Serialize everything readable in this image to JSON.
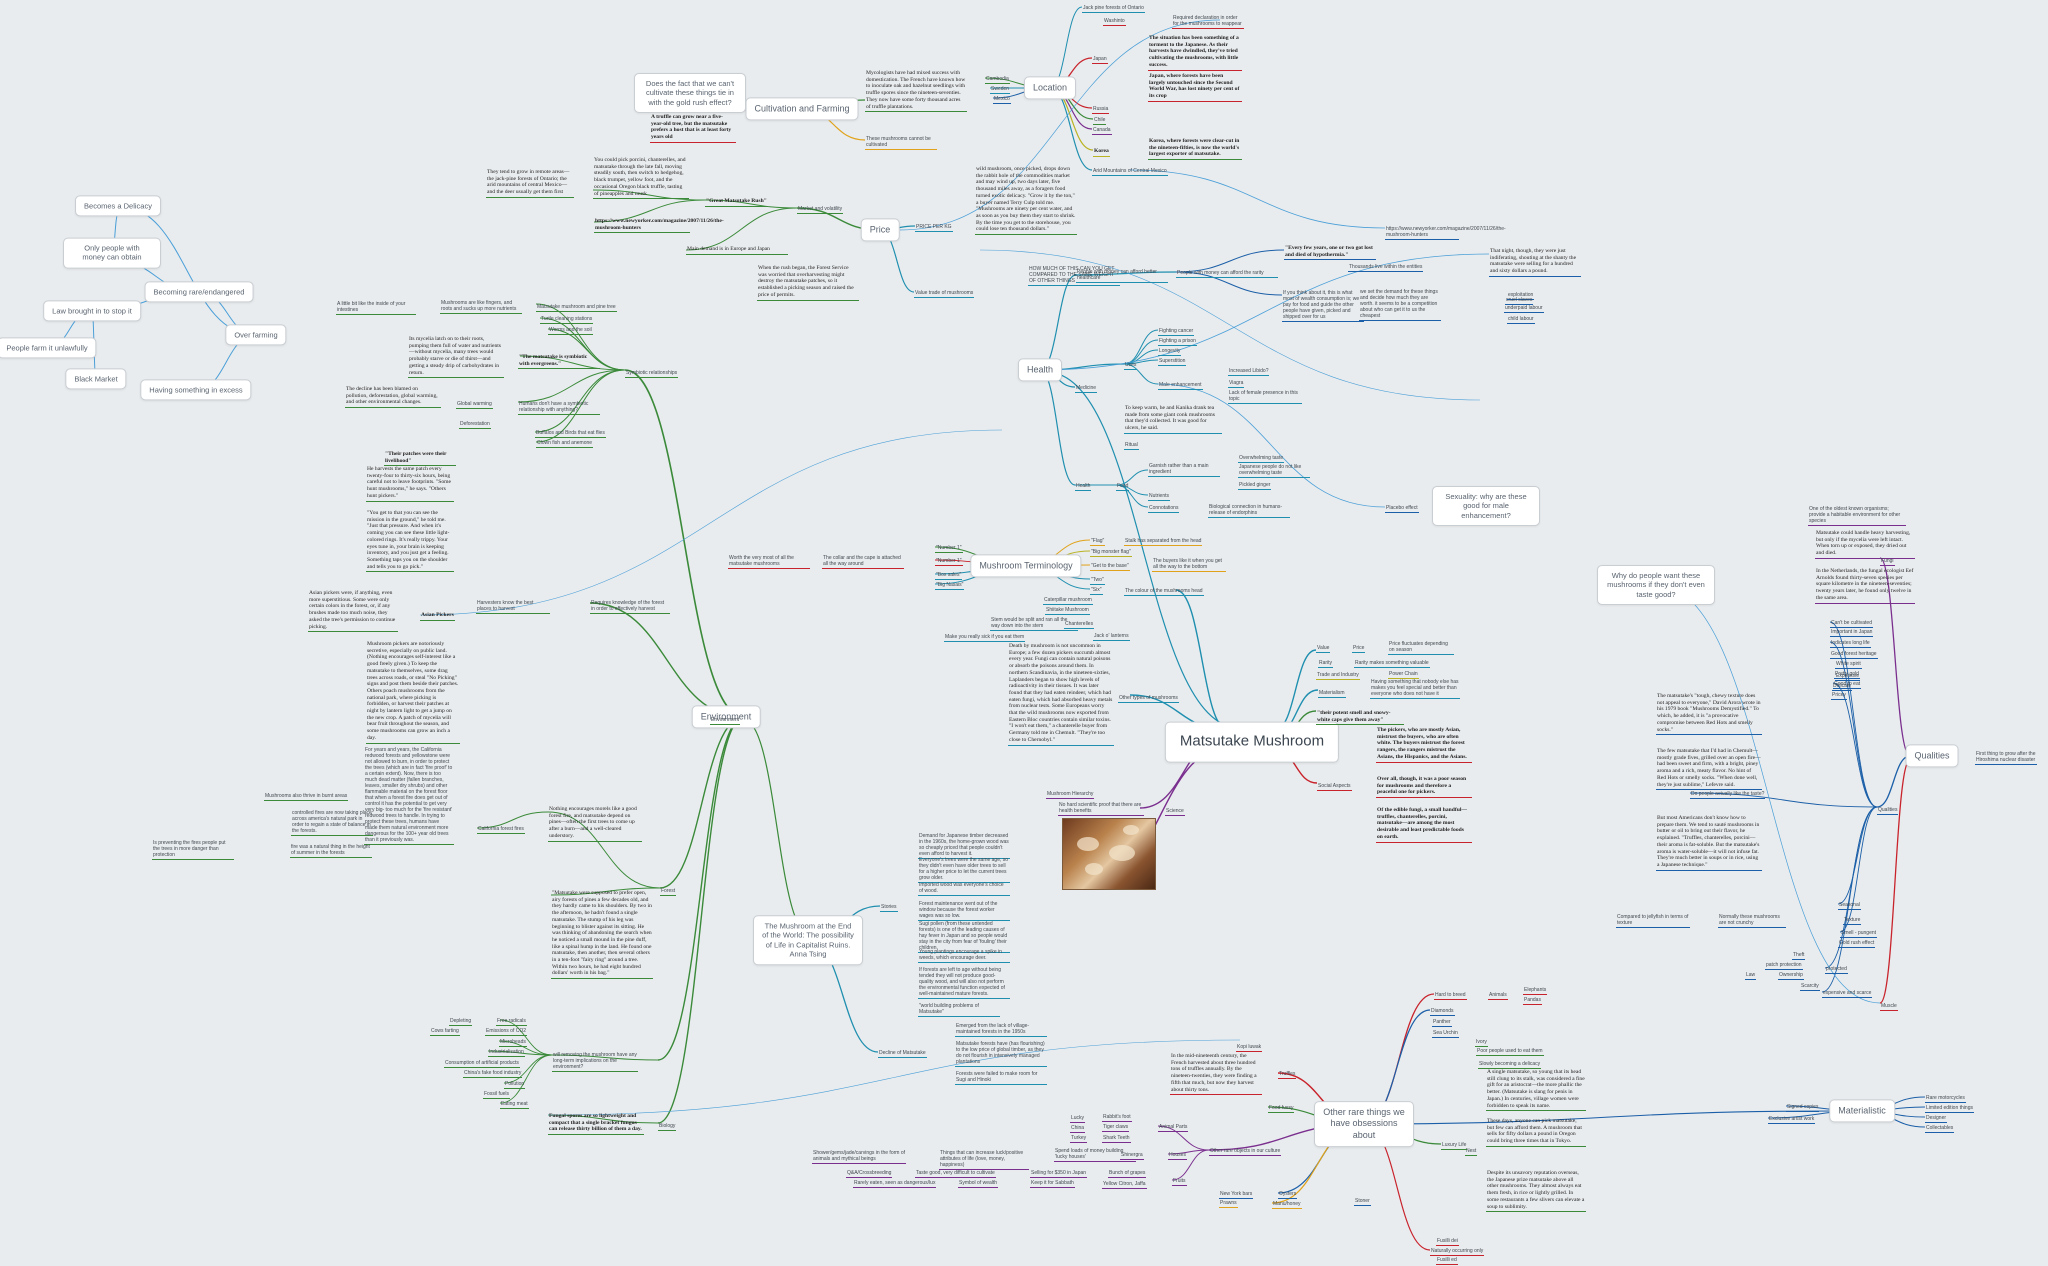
{
  "colors": {
    "background": "#e9ecee",
    "green": "#3a8a3a",
    "teal": "#1f8fb0",
    "blue": "#1b5fa8",
    "red": "#c8232c",
    "purple": "#7a2f8f",
    "orange": "#e0a21a",
    "yellow": "#b9b324",
    "grey": "#8d98a3",
    "lightblue": "#4a9fd8"
  },
  "central": "Matsutake Mushroom",
  "nodes": {
    "cultivation": "Cultivation and Farming",
    "cultivate_q": "Does the fact that we can't cultivate these things tie in with the gold rush effect?",
    "location": "Location",
    "price": "Price",
    "health": "Health",
    "sexuality": "Sexuality: why are these good for male enhancement?",
    "terminology": "Mushroom Terminology",
    "why_people": "Why do people want these mushrooms if they don't even taste good?",
    "qualities": "Qualities",
    "environment": "Environment",
    "book": "The Mushroom at the End of the World: The possibility of Life in Capitalist Ruins. Anna Tsing",
    "other": "Other rare things we have obsessions about",
    "materialistic": "Materialistic",
    "delicacy": "Becomes a Delicacy",
    "only_money": "Only people with money can obtain",
    "becoming_rare": "Becoming rare/endangered",
    "law": "Law brought in to stop it",
    "over_farming": "Over farming",
    "people_farm": "People farm it unlawfully",
    "black_market": "Black Market",
    "excess": "Having something in excess"
  },
  "labels": {
    "l001": "Jack pine forests of Ontario",
    "l002": "Washinto",
    "l003": "Required declaration in order for the mushrooms to reappear",
    "l004": "Japan",
    "l005": "The situation has been something of a torment to the Japanese. As their harvests have dwindled, they've tried cultivating the mushrooms, with little success.",
    "l006": "Japan, where forests have been largely untouched since the Second World War, has lost ninety per cent of its crop",
    "l007": "Cambodia",
    "l008": "Sweden",
    "l009": "Mexico",
    "l010": "Russia",
    "l011": "Chile",
    "l012": "Canada",
    "l013": "Korea",
    "l014": "Korea, where forests were clear-cut in the nineteen-fifties, is now the world's largest exporter of matsutake.",
    "l015": "Arid Mountains of Central Mexico",
    "l016": "Mycologists have had mixed success with domestication. The French have known how to inoculate oak and hazelnut seedlings with truffle spores since the nineteen-seventies. They now have some forty thousand acres of truffle plantations.",
    "l017": "These mushrooms cannot be cultivated",
    "l018": "A truffle can grow near a five-year-old tree, but the matsutake prefers a host that is at least forty years old",
    "l019": "wild mushroom, once picked, drops down the rabbit hole of the commodities market and may wind up, two days later, five thousand miles away, as a foragers food turned exotic delicacy. \"Grow it by the ton,\" a buyer named Terry Culp told me. \"Mushrooms are ninety per cent water, and as soon as you buy them they start to shrink. By the time you get to the storehouse, you could lose ten thousand dollars.\"",
    "l020": "PRICE PER KG",
    "l021": "HOW MUCH OF THIS CAN YOU GET COMPARED TO THE SAME WEIGHT OF OTHER THINGS",
    "l022": "Value trade of mushrooms",
    "l023": "Market and volatility",
    "l024": "\"Great Matsutake Rush\"",
    "l025": "You could pick porcini, chanterelles, and matsutake through the late fall, moving steadily south, then switch to hedgehog, black trumpet, yellow foot, and the occasional Oregon black truffle, tasting of pineapples and musk",
    "l026": "They tend to grow in remote areas—the jack-pine forests of Ontario; the arid mountains of central Mexico—and the deer usually get them first",
    "l027": "https://www.newyorker.com/magazine/2007/11/26/the-mushroom-hunters",
    "l028": "Main demand is in Europe and Japan",
    "l029": "When the rush began, the Forest Service was worried that overharvesting might destroy the matsutake patches, so it established a picking season and raised the price of permits.",
    "l030": "https://www.newyorker.com/magazine/2007/11/26/the-mushroom-hunters",
    "l031": "That night, though, they were just indiferating, shouting at the shanty the matsutake were selling for a hundred and sixty dollars a pound.",
    "l032": "People with money can afford better healthcare",
    "l033": "People with money can afford the rarity",
    "l034": "\"Every few years, one or two got lost and died of hypothermia.\"",
    "l035": "Thousands live within the entities",
    "l036": "If you think about it, this is what most of wealth consumption is; we pay for food and guide the other people have given, picked and shipped over for us",
    "l037": "we set the demand for these things and decide how much they are worth. it seems to be a competition about who can get it to us the cheapest",
    "l038": "underpaid labour",
    "l039": "child labour",
    "l040": "exploitation",
    "l041": "cruel slaves",
    "l042": "Uses",
    "l043": "Medicine",
    "l044": "Fighting cancer",
    "l045": "Fighting a prison",
    "l046": "Longevity",
    "l047": "Superstition",
    "l048": "Male enhancement",
    "l049": "Increased Libido?",
    "l050": "Viagra",
    "l051": "Lack of female presence in this topic",
    "l052": "To keep warm, he and Kanika drank tea made from some giant conk mushrooms that they'd collected. It was good for ulcers, he said.",
    "l053": "Ritual",
    "l054": "Health",
    "l055": "Food",
    "l056": "Garnish rather than a main ingredient",
    "l057": "Overwhelming taste",
    "l058": "Japanese people do not like overwhelming taste",
    "l059": "Pickled ginger",
    "l060": "Nutrients",
    "l061": "Connotations",
    "l062": "Biological connection in humans-release of endorphins",
    "l063": "Placebo effect",
    "l064": "\"Flag\"",
    "l065": "\"Big monster flag\"",
    "l066": "\"Get to the base\"",
    "l067": "\"Two\"",
    "l068": "\"Six\"",
    "l069": "Stalk has separated from the head",
    "l070": "The buyers like it when you get all the way to the bottom",
    "l071": "The colour of the mushrooms head",
    "l072": "\"Number 1\"",
    "l073": "\"Number 1\"",
    "l074": "\"Box sales\"",
    "l075": "\"Big Nasais\"",
    "l076": "Worth the very most of all the matsutake mushrooms",
    "l077": "The collar and the cape is attached all the way around",
    "l078": "Caterpillar mushroom",
    "l079": "Shiitake Mushroom",
    "l080": "Chanterelles",
    "l081": "Jack o' lanterns",
    "l082": "Stem would be split and ran all the way down into the stem",
    "l083": "Make you really sick if you eat them",
    "l084": "Death by mushroom is not uncommon in Europe; a few dozen pickers succumb almost every year. Fungi can contain natural poisons or absorb the poisons around them. In northern Scandinavia, in the nineteen-sixties, Laplanders began to show high levels of radioactivity in their tissues. It was later found that they had eaten reindeer, which had eaten fungi, which had absorbed heavy metals from nuclear tests. Some Europeans worry that the wild mushrooms now exported from Eastern Bloc countries contain similar toxins. \"I won't eat them,\" a chanterelle buyer from Germany told me in Chemult. \"They're too close to Chernobyl.\"",
    "l085": "Other types of mushrooms",
    "l086": "Mushroom Hierarchy",
    "l087": "No hard scientific proof that there are health benefits",
    "l088": "Science",
    "l089": "Value",
    "l090": "Price",
    "l091": "Price fluctuates depending on season",
    "l092": "Rarity",
    "l093": "Rarity makes something valuable",
    "l094": "Trade and Industry",
    "l095": "Power Chain",
    "l096": "Materialism",
    "l097": "Having something that nobody else has makes you feel special and better than everyone who does not have it",
    "l098": "\"their potent smell and snowy-white caps give them away\"",
    "l099": "Social Aspects",
    "l100": "The pickers, who are mostly Asian, mistrust the buyers, who are often white. The buyers mistrust the forest rangers, the rangers mistrust the Asians, the Hispanics, and the Asians.",
    "l101": "Over all, though, it was a poor season for mushrooms and therefore a peaceful one for pickers.",
    "l102": "Of the edible fungi, a small handful—truffles, chanterelles, porcini, matsutake—are among the most desirable and least predictable foods on earth.",
    "l103": "One of the oldest known organisms; provide a habitable environment for other species",
    "l104": "Matsutake could handle heavy harvesting, but only if the mycelia were left intact. When torn up or exposed, they dried out and died.",
    "l105": "In the Netherlands, the fungal ecologist Eef Arnolds found thirty-seven species per square kilometre in the nineteen-seventies; twenty years later, he found only twelve in the same area.",
    "l106": "Fungi",
    "l107": "First thing to grow after the Hiroshima nuclear disaster",
    "l108": "The matsutake's \"tough, chewy texture does not appeal to everyone,\" David Arora wrote in his 1979 book \"Mushrooms Demystified.\" To which, he added, it is \"a provocative compromise between Red Hots and smelly socks.\"",
    "l109": "The few matsutake that I'd had in Chemult—mostly grade fives, grilled over an open fire—had been sweet and firm, with a bright, piney aroma and a rich, meaty flavor. No hint of Red Hots or smelly socks. \"When done well, they're just sublime,\" Lefevre said.",
    "l110": "But most Americans don't know how to prepare them. We tend to sauté mushrooms in butter or oil to bring out their flavor, he explained. \"Truffles, chanterelles, porcini—their aroma is fat-soluble. But the matsutake's aroma is water-soluble—it will not infuse fat. They're much better in soups or in rice, using a Japanese technique.\"",
    "l111": "Do people actually like the taste?",
    "l112": "Qualities",
    "l113": "Can't be cultivated",
    "l114": "Important in Japan",
    "l115": "Indicates long life",
    "l116": "Good forest heritage",
    "l117": "White spirit",
    "l118": "Pretty gold",
    "l119": "Good to eat",
    "l120": "Expensive",
    "l121": "Delicate",
    "l122": "Pricey",
    "l123": "Seasonal",
    "l124": "Texture",
    "l125": "Smell - pungent",
    "l126": "Gold rush effect",
    "l127": "Compared to jellyfish in terms of texture",
    "l128": "Normally these mushrooms are not crunchy",
    "l129": "Theft",
    "l130": "patch protection",
    "l131": "Law",
    "l132": "Ownership",
    "l133": "protected",
    "l134": "Scarcity",
    "l135": "expensive and scarce",
    "l136": "Muscle",
    "l137": "Hard to breed",
    "l138": "Animals",
    "l139": "Elephants",
    "l140": "Pandas",
    "l141": "Diamonds",
    "l142": "Panther",
    "l143": "Sea Urchin",
    "l144": "Ivory",
    "l145": "Poor people used to eat them",
    "l146": "Slowly becoming a delicacy",
    "l147": "A single matsutake, so young that its head still clung to its stalk, was considered a fine gift for an aristocrat—the more phallic the better. (Matsutake is slang for penis in Japan.) In centuries, village women were forbidden to speak its name.",
    "l148": "These days, anyone can pick matsutake, but few can afford them. A mushroom that sells for fifty dollars a pound in Oregon could bring three times that in Tokyo.",
    "l149": "Despite its unsavory reputation overseas, the Japanese prize matsutake above all other mushrooms. They almost always eat them fresh, in rice or lightly grilled. In some restaurants a few slivers can elevate a soup to sublimity.",
    "l150": "Truffles",
    "l151": "Kopi luwak",
    "l152": "In the mid-nineteenth century, the French harvested about three hundred tons of truffles annually. By the nineteen-twenties, they were finding a fifth that much, but now they harvest about thirty tons.",
    "l153": "Food fussy",
    "l154": "Other rare objects in our culture",
    "l155": "Lucky",
    "l156": "China",
    "l157": "Turkey",
    "l158": "Rabbit's foot",
    "l159": "Tiger claws",
    "l160": "Shark Teeth",
    "l161": "Animal Parts",
    "l162": "Shinergra",
    "l163": "Houses",
    "l164": "Fruits",
    "l165": "Shower/gems/jade/carvings in the form of animals and mythical beings",
    "l166": "Things that can increase luck/positive attributes of life (love, money, happiness)",
    "l167": "Spend loads of money building 'lucky houses'",
    "l168": "Q&A/Crossbreeding",
    "l169": "Taste good, very difficult to cultivate",
    "l170": "Rarely eaten, seen as dangerous/lux",
    "l171": "Symbol of wealth",
    "l172": "Selling for $350 in Japan",
    "l173": "Bunch of grapes",
    "l174": "Keep it for Sabbath",
    "l175": "Yellow Citron, Jaffa",
    "l176": "New York bars",
    "l177": "Oysters",
    "l178": "Prawns",
    "l179": "Manu/honey",
    "l180": "Stoner",
    "l181": "Nest",
    "l182": "Luxury Life",
    "l183": "Fusilli dei",
    "l184": "Fusilli ed",
    "l185": "Naturally occurring only",
    "l186": "Signed copies",
    "l187": "Exclusive artist work",
    "l188": "Rare motorcycles",
    "l189": "Limited edition things",
    "l190": "Designer",
    "l191": "Collectables",
    "l192": "Matsutake mushroom and pine tree",
    "l193": "Mushrooms are like fingers, and roots and sucks up more nutrients",
    "l194": "A little bit like the inside of your intestines",
    "l195": "Turtle cleaning stations",
    "l196": "Worms and the soil",
    "l197": "Symbiotic relationships",
    "l198": "Its mycelia latch on to their roots, pumping them full of water and nutrients—without mycelia, many trees would probably starve or die of thirst—and getting a steady drip of carbohydrates in return.",
    "l199": "\"The matsutake is symbiotic with evergreens.\"",
    "l200": "Global warming",
    "l201": "Deforestation",
    "l202": "Humans don't have a symbiotic relationship with anything?",
    "l203": "The decline has been blamed on pollution, deforestation, global warming, and other environmental changes.",
    "l204": "Buffalos and Birds that eat flies",
    "l205": "Clown fish and anemone",
    "l206": "\"Their patches were their livelihood\"",
    "l207": "He harvests the same patch every twenty-four to thirty-six hours, being careful not to leave footprints. \"Some hunt mushrooms,\" he says. \"Others hunt pickers.\"",
    "l208": "\"You get to that you can see the mission in the ground,\" he told me. \"Just that pressure. And when it's coming you can see these little light-colored rings. It's really trippy. Your eyes tune in, your brain is keeping inventory, and you just get a feeling. Something taps you on the shoulder and tells you to go pick.\"",
    "l209": "Asian pickers were, if anything, even more superstitious. Some were only certain colors in the forest, or, if any brushes made too much noise, they asked the tree's permission to continue picking.",
    "l210": "Asian Pickers",
    "l211": "Harvesters know the best places to harvest",
    "l212": "Requires knowledge of the forest in order to effectively harvest",
    "l213": "Mushroom pickers are notoriously secretive, especially on public land. (Nothing encourages self-interest like a good freely given.) To keep the matsutake to themselves, some drag trees across roads, or steal \"No Picking\" signs and post them beside their patches. Others poach mushrooms from the national park, where picking is forbidden, or harvest their patches at night by lantern light to get a jump on the new crop. A patch of mycelia will bear fruit throughout the season, and some mushrooms can grow an inch a day.",
    "l214": "For years and years, the California redwood forests and yellowstone were not allowed to burn, in order to protect the trees (which are in fact 'fire proof' to a certain extent). Now, there is too much dead matter (fallen branches, leaves, smaller dry shrubs) and other flammable material on the forest floor that when a forest fire does get out of control it has the potential to get very very big- too much for the 'fire resistant' redwood trees to handle. In trying to protect these trees, humans have made them natural environment more dangerous for the 100+ year old trees than it previously was.",
    "l215": "Mushrooms also thrive in burnt areas",
    "l216": "controlled fires are now taking place across america's natural park in order to regain a state of balance in the forests.",
    "l217": "Is preventing the fires people put the trees in more danger than protection",
    "l218": "fire was a natural thing in the height of summer in the forests",
    "l219": "California forest fires",
    "l220": "Nothing encourages morels like a good forest fire, and matsutake depend on pines—often the first trees to come up after a burn—and a well-cleared understory.",
    "l221": "Forest",
    "l222": "\"Matsutake were supposed to prefer open, airy forests of pines a few decades old, and they hardly came to his shoulders. By two in the afternoon, he hadn't found a single matsutake. The stump of his leg was beginning to blister against its sitting. He was thinking of abandoning the search when he noticed a small mound in the pine duff, like a spinal hump in the land. He found one matsutake, then another, then several others in a ten-foot \"fairy ring\" around a tree. Within two hours, he had eight hundred dollars' worth in his bag.\"",
    "l223": "Depleting",
    "l224": "Cows farting",
    "l225": "Free radicals",
    "l226": "Emissions of CO2",
    "l227": "Microbeads",
    "l228": "Industrialisation",
    "l229": "Consumption of artificial products",
    "l230": "China's fake food industry",
    "l231": "Pollution",
    "l232": "Fossil fuels",
    "l233": "Eating meat",
    "l234": "Biology",
    "l235": "will removing the mushroom have any long-term implications on the environment?",
    "l236": "Environment",
    "l237": "Fungal spores are so lightweight and compact that a single bracket fungus can release thirty billion of them a day.",
    "l238": "Demand for Japanese timber decreased in the 1960s, the home-grown wood was so cheaply priced that people couldn't even afford to harvest it.",
    "l239": "Everyone's trees were the same age, so they didn't even have older trees to sell for a higher price to let the current trees grow older.",
    "l240": "Imported wood was everyone's choice of wood.",
    "l241": "Forest maintenance went out of the window because the forest worker wages was so low.",
    "l242": "Sugi pollen (from these untended forests) is one of the leading causes of hay fever in Japan and so people would stay in the city from fear of 'fouling' their children.",
    "l243": "Young plantings encourage a spike in weeds, which encourage deer.",
    "l244": "If forests are left to age without being tended they will not produce good-quality wood, and will also not perform the environmental function expected of well-maintained mature forests.",
    "l245": "\"world building problems of Matsutake\"",
    "l246": "Stories",
    "l247": "Emerged from the lack of village-maintained forests in the 1950s",
    "l248": "Matsutake forests have (has flourishing) to the low price of global timber, as they do not flourish in intensively managed plantations",
    "l249": "Forests were failed to make room for Sugi and Hinoki",
    "l250": "Decline of Matsutake"
  }
}
